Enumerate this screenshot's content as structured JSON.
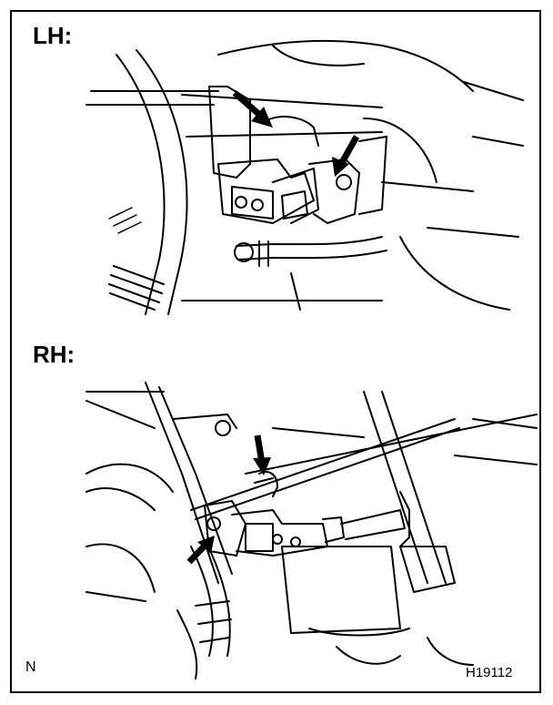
{
  "labels": {
    "lh": "LH:",
    "rh": "RH:",
    "corner_left": "N",
    "figure_code": "H19112"
  },
  "colors": {
    "line": "#000000",
    "background": "#ffffff"
  },
  "icons": {
    "callout_arrow": "arrow-icon"
  }
}
